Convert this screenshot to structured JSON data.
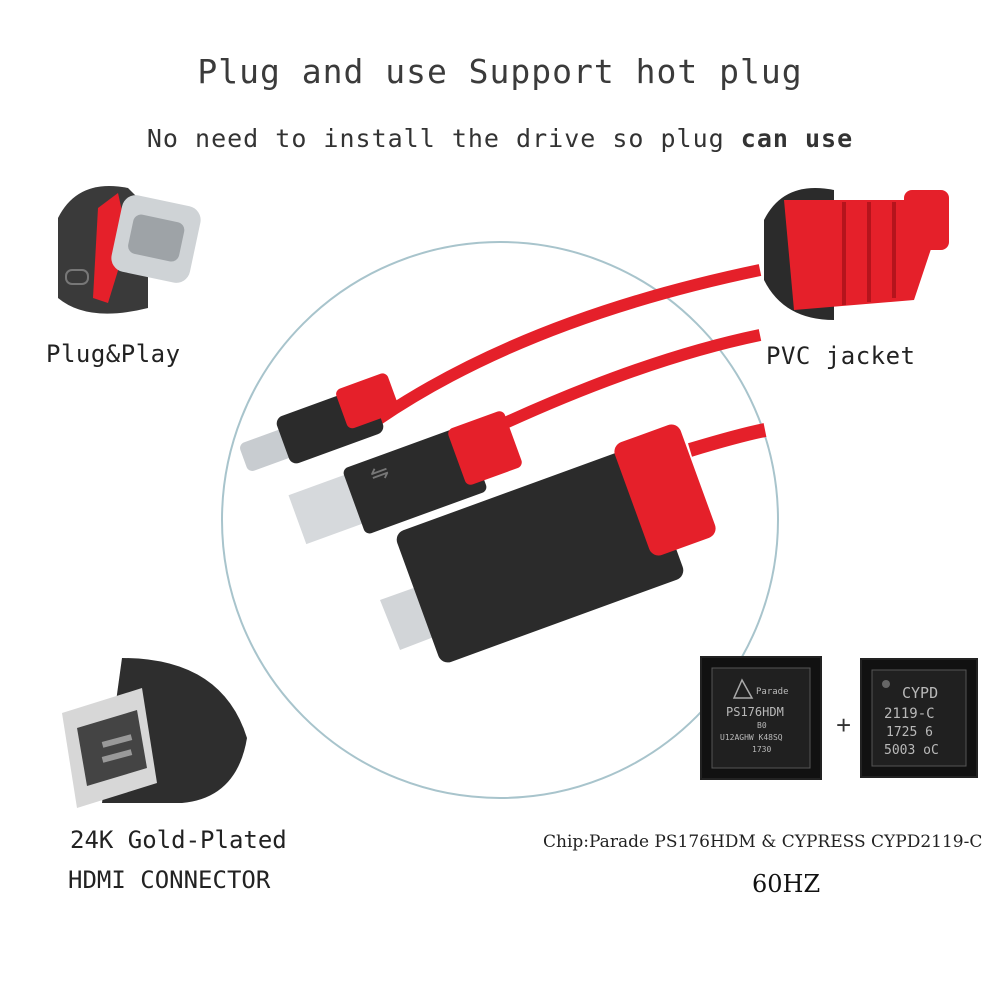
{
  "heading": {
    "title": "Plug and use Support hot plug",
    "subtitle_plain": "No need to install the drive so plug ",
    "subtitle_bold": "can use"
  },
  "features": {
    "plug_play": "Plug&Play",
    "pvc_jacket": "PVC jacket",
    "gold_line1": "24K Gold-Plated",
    "gold_line2": "HDMI CONNECTOR"
  },
  "chips": {
    "chip1": {
      "line1": "Parade",
      "line2": "PS176HDM",
      "line3": "B0",
      "line4": "U12AGHW K48SQ",
      "line5": "1730"
    },
    "chip2": {
      "line1": "CYPD",
      "line2": "2119-C",
      "line3": "1725 6",
      "line4": "5003 oC"
    },
    "plus": "+",
    "caption": "Chip:Parade PS176HDM & CYPRESS CYPD2119-C",
    "refresh": "60HZ"
  },
  "icons": {
    "usb_c": "usb-c-connector-icon",
    "usb_a": "usb-a-connector-icon",
    "hdmi": "hdmi-connector-icon",
    "usb_symbol": "usb-symbol-icon"
  },
  "colors": {
    "cable_red": "#e5202a",
    "housing_black": "#2a2a2a",
    "circle_stroke": "#a8c4cc"
  }
}
